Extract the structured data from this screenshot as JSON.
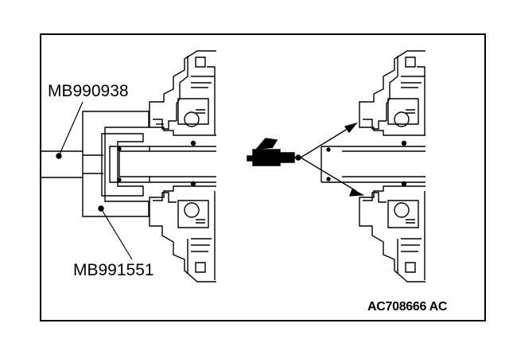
{
  "labels": {
    "tool_top": "MB990938",
    "tool_bottom": "MB991551",
    "figure_code": "AC708666 AC"
  },
  "colors": {
    "line": "#000000",
    "background": "#ffffff",
    "grease_gun_fill": "#000000"
  },
  "icons": [
    "grease-gun-icon",
    "arrow-icon"
  ]
}
